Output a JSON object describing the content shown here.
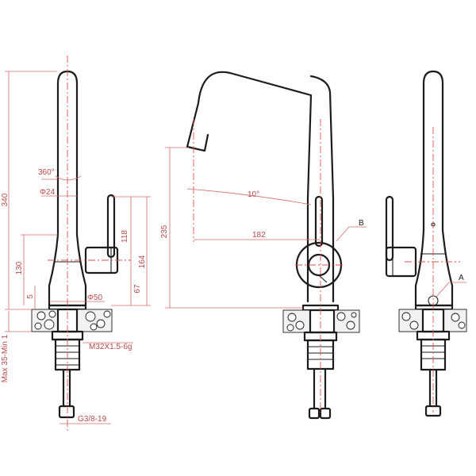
{
  "dims": {
    "d340": "340",
    "d360deg": "360°",
    "dphi24": "Φ24",
    "d118": "118",
    "d130": "130",
    "d164": "164",
    "d67": "67",
    "d5": "5",
    "dphi50": "Φ50",
    "dmax": "Max 35-Min 1",
    "dthread": "M32X1.5-6g",
    "dg38": "G3/8-19",
    "d235": "235",
    "d10deg": "10°",
    "d182": "182",
    "labelB": "B",
    "labelA": "A"
  },
  "colors": {
    "line": "#1c1c1c",
    "dimension": "#d96a6a",
    "centerline": "#d9534f"
  }
}
